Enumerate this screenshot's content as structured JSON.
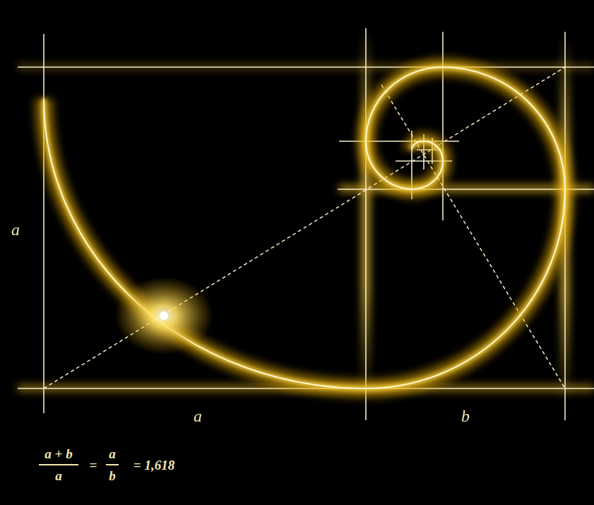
{
  "diagram": {
    "labels": [
      "a",
      "a",
      "b",
      "a + b",
      "a",
      "=",
      "a",
      "b",
      "= 1,618"
    ]
  }
}
